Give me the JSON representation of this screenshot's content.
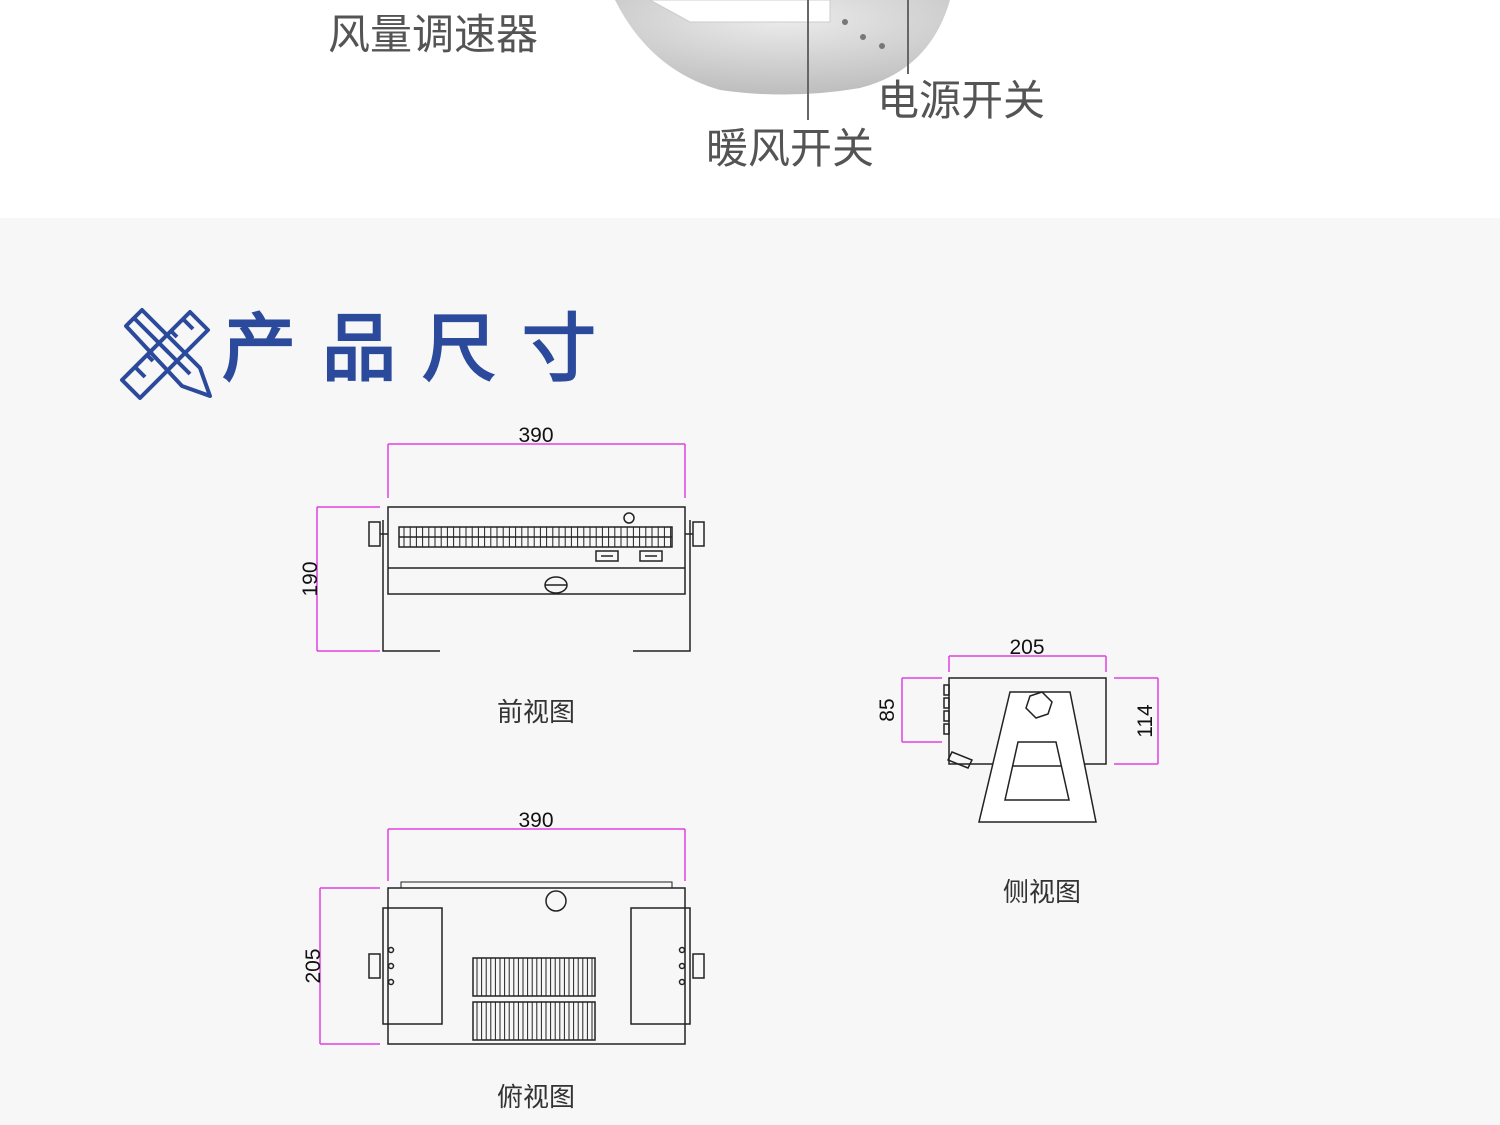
{
  "callouts": {
    "speed_controller": "风量调速器",
    "power_switch": "电源开关",
    "warm_air_switch": "暖风开关"
  },
  "section": {
    "title": "产品尺寸",
    "icon": "pencil-ruler-icon"
  },
  "views": {
    "front": {
      "caption": "前视图",
      "width": "390",
      "height": "190"
    },
    "top": {
      "caption": "俯视图",
      "width": "390",
      "depth": "205"
    },
    "side": {
      "caption": "侧视图",
      "width": "205",
      "left_height": "85",
      "right_height": "114"
    }
  },
  "colors": {
    "accent": "#2b4a9b",
    "dimension": "#e040e0",
    "text": "#545454"
  }
}
